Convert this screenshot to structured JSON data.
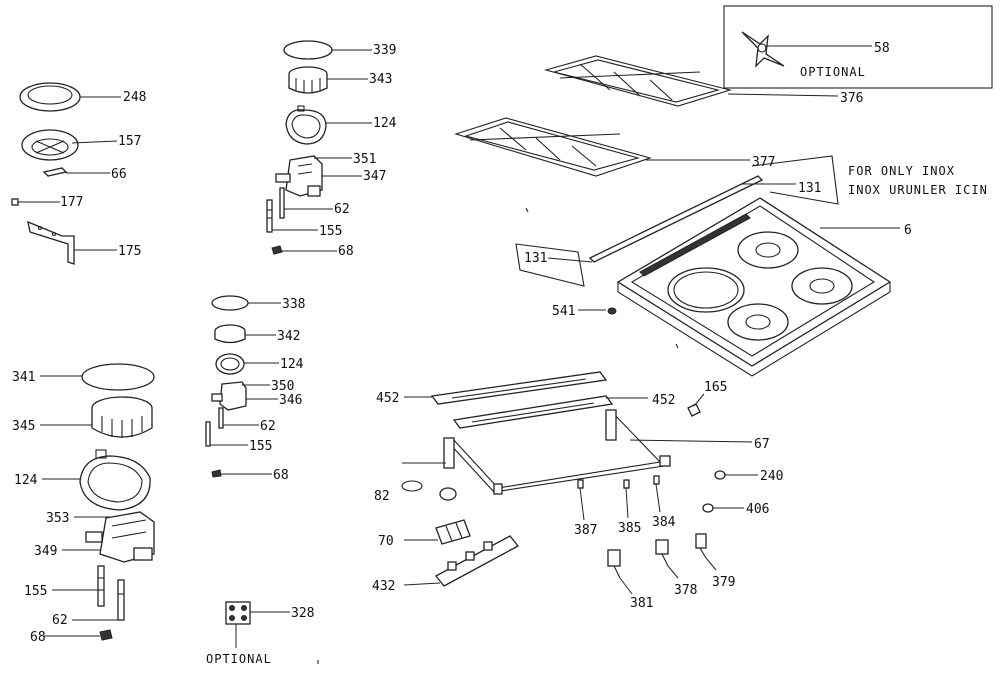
{
  "callouts": {
    "c248": "248",
    "c157": "157",
    "c66": "66",
    "c177": "177",
    "c175": "175",
    "c339": "339",
    "c343": "343",
    "c124a": "124",
    "c351": "351",
    "c347": "347",
    "c62a": "62",
    "c155a": "155",
    "c68a": "68",
    "c338": "338",
    "c342": "342",
    "c124b": "124",
    "c350": "350",
    "c346": "346",
    "c62b": "62",
    "c155b": "155",
    "c68b": "68",
    "c341": "341",
    "c345": "345",
    "c124c": "124",
    "c353": "353",
    "c349": "349",
    "c155c": "155",
    "c62c": "62",
    "c68c": "68",
    "c328": "328",
    "c58": "58",
    "c376": "376",
    "c377": "377",
    "c131a": "131",
    "c131b": "131",
    "c6": "6",
    "c541": "541",
    "c452a": "452",
    "c452b": "452",
    "c165": "165",
    "c67": "67",
    "c240": "240",
    "c82": "82",
    "c406": "406",
    "c70": "70",
    "c387": "387",
    "c385": "385",
    "c384": "384",
    "c432": "432",
    "c378": "378",
    "c379": "379",
    "c381": "381"
  },
  "notes": {
    "optional_top": "OPTIONAL",
    "optional_bottom": "OPTIONAL",
    "inox_line1": "FOR ONLY INOX",
    "inox_line2": "INOX URUNLER ICIN"
  }
}
